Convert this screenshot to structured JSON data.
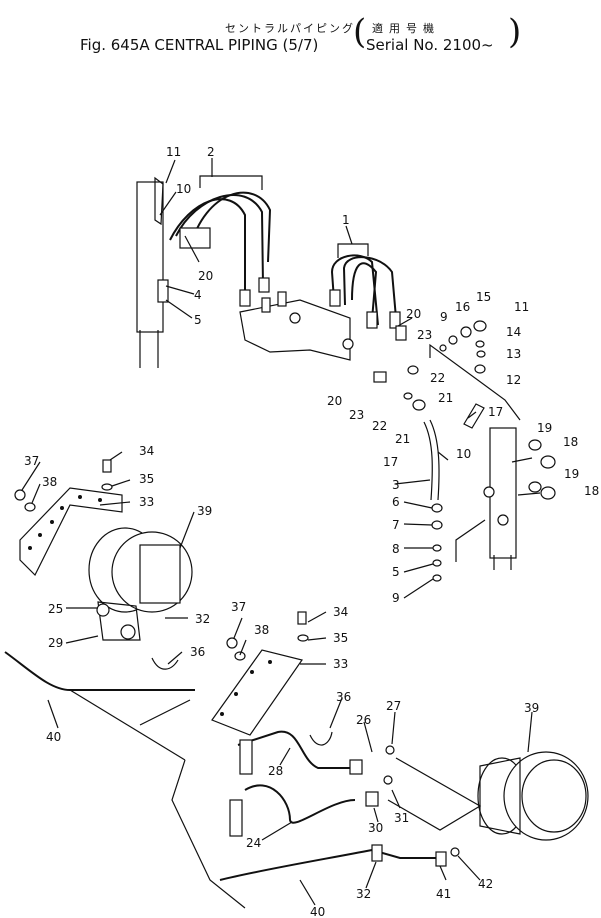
{
  "header": {
    "jp_title": "セントラルパイピング",
    "title": "Fig. 645A  CENTRAL  PIPING  (5/7)",
    "serial_jp": "適用号機",
    "serial": "Serial No. 2100~",
    "paren_left": "(",
    "paren_right": ")"
  },
  "callouts": [
    {
      "id": "c11a",
      "label": "11"
    },
    {
      "id": "c2",
      "label": "2"
    },
    {
      "id": "c10a",
      "label": "10"
    },
    {
      "id": "c20a",
      "label": "20"
    },
    {
      "id": "c4",
      "label": "4"
    },
    {
      "id": "c5a",
      "label": "5"
    },
    {
      "id": "c1",
      "label": "1"
    },
    {
      "id": "c9a",
      "label": "9"
    },
    {
      "id": "c16",
      "label": "16"
    },
    {
      "id": "c15",
      "label": "15"
    },
    {
      "id": "c11b",
      "label": "11"
    },
    {
      "id": "c20b",
      "label": "20"
    },
    {
      "id": "c14",
      "label": "14"
    },
    {
      "id": "c23a",
      "label": "23"
    },
    {
      "id": "c13",
      "label": "13"
    },
    {
      "id": "c22a",
      "label": "22"
    },
    {
      "id": "c12",
      "label": "12"
    },
    {
      "id": "c20c",
      "label": "20"
    },
    {
      "id": "c21a",
      "label": "21"
    },
    {
      "id": "c23b",
      "label": "23"
    },
    {
      "id": "c22b",
      "label": "22"
    },
    {
      "id": "c21b",
      "label": "21"
    },
    {
      "id": "c17a",
      "label": "17"
    },
    {
      "id": "c10b",
      "label": "10"
    },
    {
      "id": "c19a",
      "label": "19"
    },
    {
      "id": "c18a",
      "label": "18"
    },
    {
      "id": "c17b",
      "label": "17"
    },
    {
      "id": "c3",
      "label": "3"
    },
    {
      "id": "c6",
      "label": "6"
    },
    {
      "id": "c7",
      "label": "7"
    },
    {
      "id": "c8",
      "label": "8"
    },
    {
      "id": "c5b",
      "label": "5"
    },
    {
      "id": "c9b",
      "label": "9"
    },
    {
      "id": "c19b",
      "label": "19"
    },
    {
      "id": "c18b",
      "label": "18"
    },
    {
      "id": "c37a",
      "label": "37"
    },
    {
      "id": "c34a",
      "label": "34"
    },
    {
      "id": "c38a",
      "label": "38"
    },
    {
      "id": "c35a",
      "label": "35"
    },
    {
      "id": "c33a",
      "label": "33"
    },
    {
      "id": "c39a",
      "label": "39"
    },
    {
      "id": "c25",
      "label": "25"
    },
    {
      "id": "c32a",
      "label": "32"
    },
    {
      "id": "c29",
      "label": "29"
    },
    {
      "id": "c36a",
      "label": "36"
    },
    {
      "id": "c40a",
      "label": "40"
    },
    {
      "id": "c37b",
      "label": "37"
    },
    {
      "id": "c34b",
      "label": "34"
    },
    {
      "id": "c38b",
      "label": "38"
    },
    {
      "id": "c35b",
      "label": "35"
    },
    {
      "id": "c33b",
      "label": "33"
    },
    {
      "id": "c36b",
      "label": "36"
    },
    {
      "id": "c27",
      "label": "27"
    },
    {
      "id": "c26",
      "label": "26"
    },
    {
      "id": "c39b",
      "label": "39"
    },
    {
      "id": "c28",
      "label": "28"
    },
    {
      "id": "c31",
      "label": "31"
    },
    {
      "id": "c30",
      "label": "30"
    },
    {
      "id": "c24",
      "label": "24"
    },
    {
      "id": "c42",
      "label": "42"
    },
    {
      "id": "c32b",
      "label": "32"
    },
    {
      "id": "c41",
      "label": "41"
    },
    {
      "id": "c40b",
      "label": "40"
    }
  ]
}
